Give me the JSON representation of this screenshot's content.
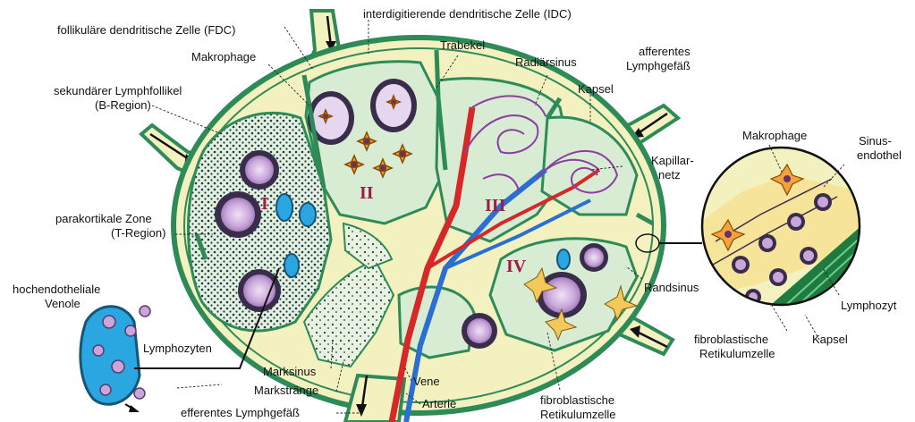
{
  "labels": {
    "fdc": "follikuläre dendritische Zelle (FDC)",
    "idc": "interdigitierende dendritische Zelle (IDC)",
    "trabekel": "Trabekel",
    "makrophage": "Makrophage",
    "radiaersinus": "Radiärsinus",
    "afferentes_1": "afferentes",
    "afferentes_2": "Lymphgefäß",
    "sek_follikel_1": "sekundärer Lymphfollikel",
    "sek_follikel_2": "(B-Region)",
    "kapsel": "Kapsel",
    "kapillarnetz_1": "Kapillar-",
    "kapillarnetz_2": "netz",
    "parakortikal_1": "parakortikale Zone",
    "parakortikal_2": "(T-Region)",
    "hochendo_1": "hochendotheliale",
    "hochendo_2": "Venole",
    "lymphozyten": "Lymphozyten",
    "randsinus": "Randsinus",
    "marksinus": "Marksinus",
    "markstraenge": "Markstränge",
    "efferentes": "efferentes Lymphgefäß",
    "vene": "Vene",
    "arterie": "Arterie",
    "fibro_bottom_1": "fibroblastische",
    "fibro_bottom_2": "Retikulumzelle",
    "inset_makrophage": "Makrophage",
    "inset_sinus_1": "Sinus-",
    "inset_sinus_2": "endothel",
    "inset_lymphozyt": "Lymphozyt",
    "inset_fibro_1": "fibroblastische",
    "inset_fibro_2": "Retikulumzelle",
    "inset_kapsel": "Kapsel"
  },
  "regions": {
    "r1": "I",
    "r2": "II",
    "r3": "III",
    "r4": "IV"
  },
  "colors": {
    "capsule": "#2e8b57",
    "stroma": "#f3f1c0",
    "cortex": "#d7ecd2",
    "follicle_dots": "#1f3a4a",
    "germinal_center": "#c9a6da",
    "artery": "#d62828",
    "vein": "#2a6fd1",
    "capillary": "#8a3fa0",
    "idc": "#f2a33a",
    "venule": "#2aa7e0"
  }
}
